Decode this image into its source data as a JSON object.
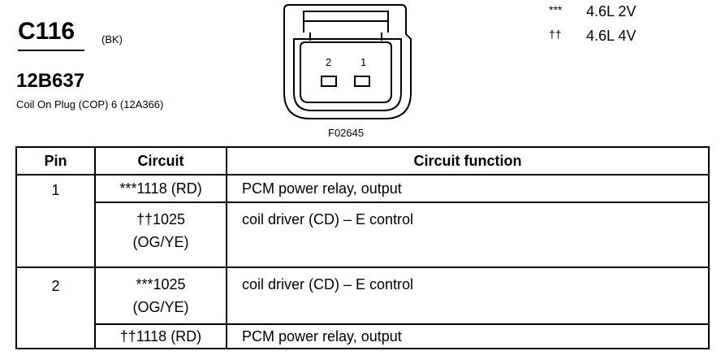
{
  "connector": {
    "id": "C116",
    "color": "(BK)",
    "part_number": "12B637",
    "description": "Coil On Plug (COP) 6 (12A366)"
  },
  "legend": [
    {
      "symbol": "***",
      "label": "4.6L 2V"
    },
    {
      "symbol": "††",
      "label": "4.6L 4V"
    }
  ],
  "diagram": {
    "pin_labels": [
      "2",
      "1"
    ],
    "figure_code": "F02645"
  },
  "table": {
    "headers": [
      "Pin",
      "Circuit",
      "Circuit function"
    ],
    "rows": [
      {
        "pin": "1",
        "circuit_line1": "***1118 (RD)",
        "circuit_line2": "",
        "function": "PCM power relay, output"
      },
      {
        "pin": "",
        "circuit_line1": "††1025",
        "circuit_line2": "(OG/YE)",
        "function": "coil driver (CD) – E control"
      },
      {
        "pin": "2",
        "circuit_line1": "***1025",
        "circuit_line2": "(OG/YE)",
        "function": "coil driver (CD) – E control"
      },
      {
        "pin": "",
        "circuit_line1": "††1118 (RD)",
        "circuit_line2": "",
        "function": "PCM power relay, output"
      }
    ]
  }
}
